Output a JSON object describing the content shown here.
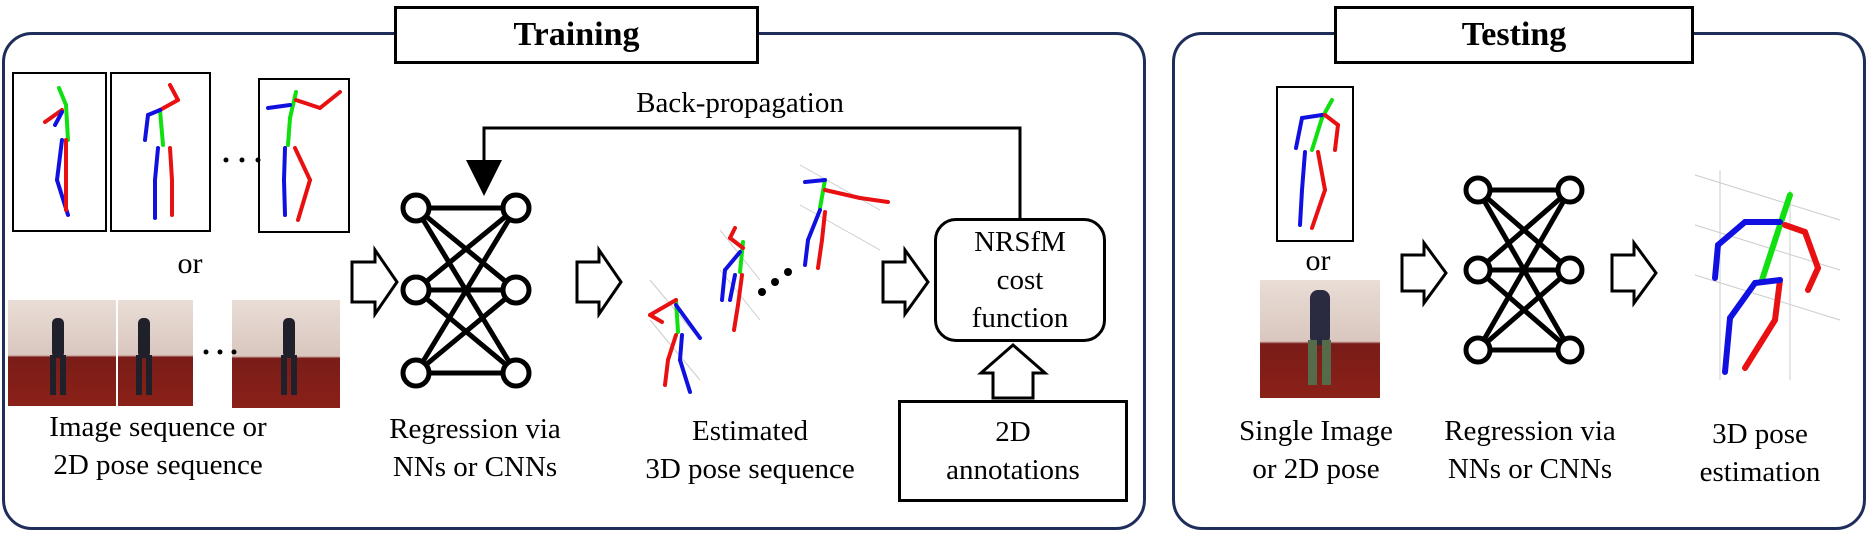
{
  "training": {
    "title": "Training",
    "or_label": "or",
    "input_label": "Image sequence or\n2D pose sequence",
    "regression_label": "Regression via\nNNs or CNNs",
    "estimated_label": "Estimated\n3D pose sequence",
    "backprop_label": "Back-propagation",
    "cost_box": "NRSfM\ncost\nfunction",
    "annotations_box": "2D\nannotations",
    "ellipsis": "· · ·"
  },
  "testing": {
    "title": "Testing",
    "or_label": "or",
    "input_label": "Single Image\nor 2D pose",
    "regression_label": "Regression via\nNNs or CNNs",
    "output_label": "3D pose\nestimation"
  },
  "colors": {
    "panel_border": "#1f2d5a",
    "skeleton_left": "#1010e0",
    "skeleton_right": "#e81010",
    "skeleton_spine": "#10e010"
  }
}
